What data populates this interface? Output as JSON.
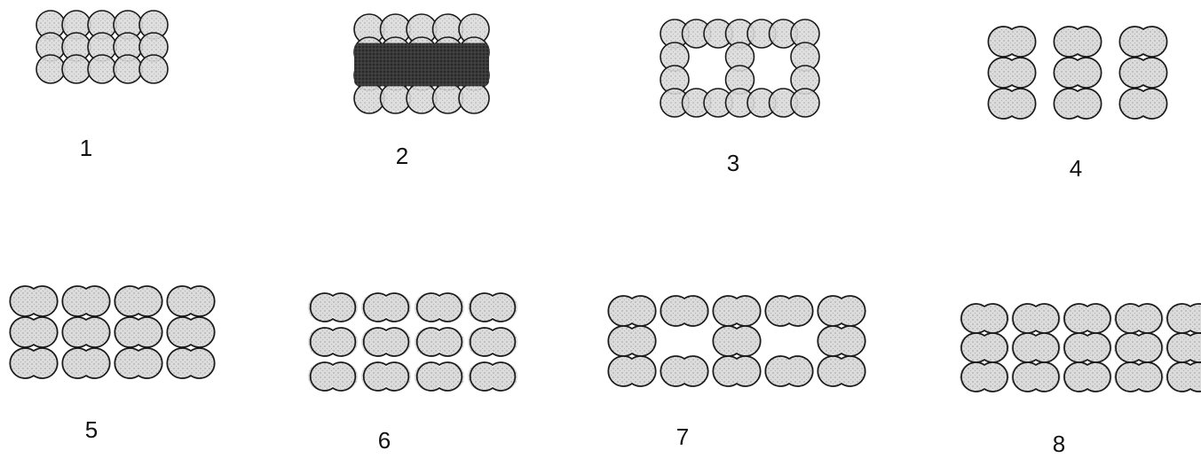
{
  "figures": [
    {
      "label": "1",
      "type": "circle-grid",
      "rows": 3,
      "cols": 5,
      "shading": "light",
      "center_band": false,
      "hollow": false
    },
    {
      "label": "2",
      "type": "circle-grid",
      "rows": 4,
      "cols": 5,
      "shading": "light",
      "center_band": true,
      "hollow": false
    },
    {
      "label": "3",
      "type": "circle-grid",
      "rows": 4,
      "cols": 7,
      "shading": "light",
      "center_band": false,
      "hollow": true
    },
    {
      "label": "4",
      "type": "pair-grid",
      "rows": 3,
      "cols": 3,
      "hollow": false
    },
    {
      "label": "5",
      "type": "pair-grid",
      "rows": 3,
      "cols": 4,
      "hollow": false
    },
    {
      "label": "6",
      "type": "pair-grid",
      "rows": 3,
      "cols": 4,
      "hollow": false
    },
    {
      "label": "7",
      "type": "pair-grid",
      "rows": 3,
      "cols": 5,
      "hollow": true
    },
    {
      "label": "8",
      "type": "pair-grid",
      "rows": 3,
      "cols": 5,
      "hollow": false
    }
  ],
  "colors": {
    "stroke": "#1a1a1a",
    "fill": "#d9d9d9",
    "band": "#2f2f2f",
    "label": "#111111"
  }
}
